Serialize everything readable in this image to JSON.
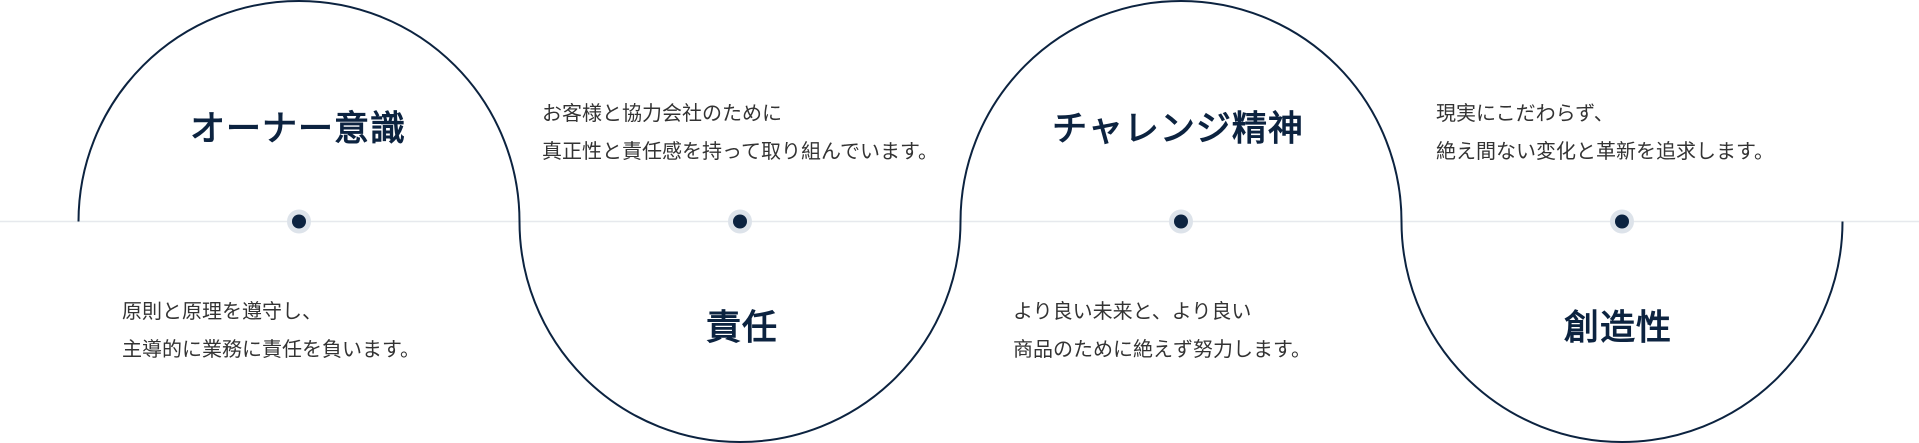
{
  "colors": {
    "line": "#0c2340",
    "axis": "#e6e9ed",
    "dot": "#0c2340",
    "dot_halo": "#dde3ea",
    "title": "#0c2340",
    "text": "#333333"
  },
  "items": [
    {
      "title": "オーナー意識",
      "desc": [
        "原則と原理を遵守し、",
        "主導的に業務に責任を負います。"
      ]
    },
    {
      "title": "責任",
      "desc": [
        "お客様と協力会社のために",
        "真正性と責任感を持って取り組んでいます。"
      ]
    },
    {
      "title": "チャレンジ精神",
      "desc": [
        "より良い未来と、より良い",
        "商品のために絶えず努力します。"
      ]
    },
    {
      "title": "創造性",
      "desc": [
        "現実にこだわらず、",
        "絶え間ない変化と革新を追求します。"
      ]
    }
  ]
}
